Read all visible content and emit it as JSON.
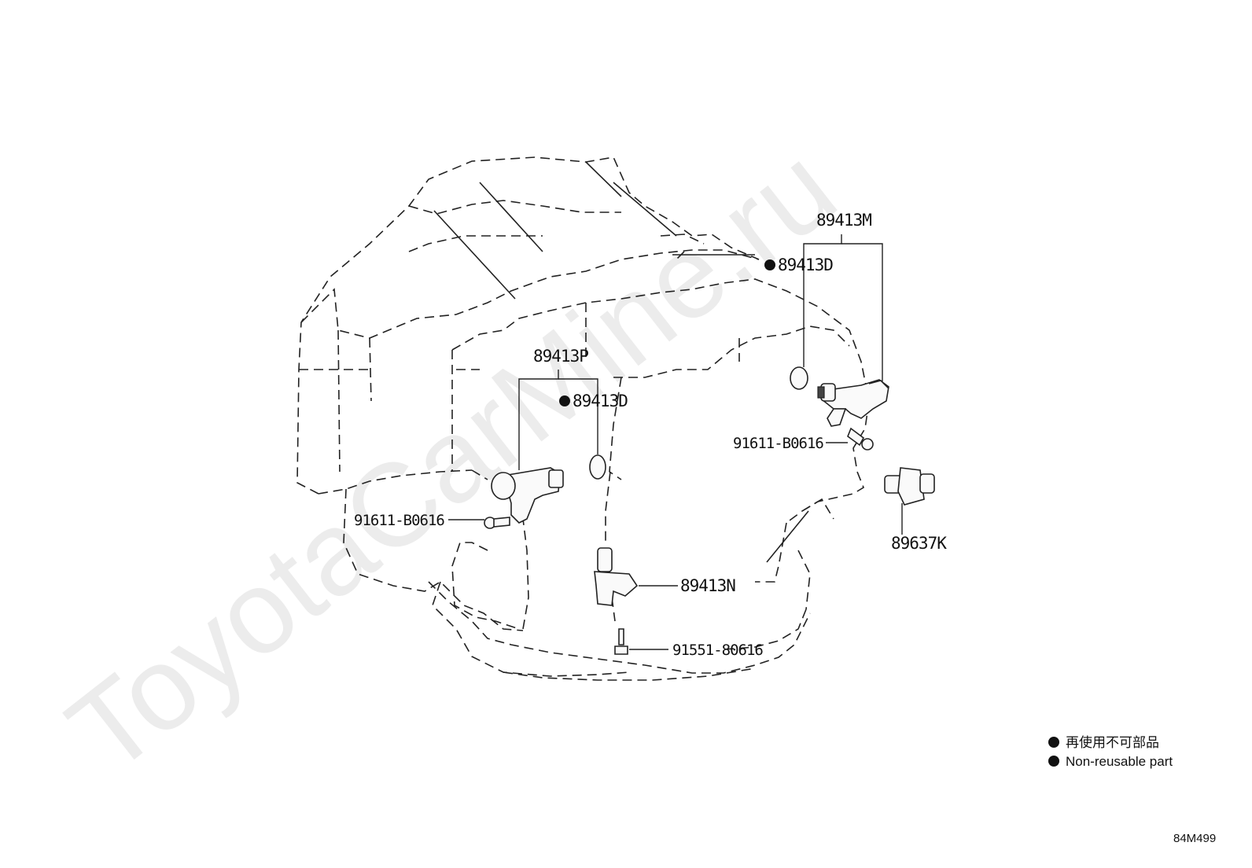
{
  "watermark": "ToyotaCarMine.ru",
  "diagram_code": "84M499",
  "parts": {
    "sensor_m": "89413M",
    "gasket_d_upper": "89413D",
    "sensor_p": "89413P",
    "gasket_d_left": "89413D",
    "bolt_right": "91611-B0616",
    "bolt_left": "91611-B0616",
    "sensor_k": "89637K",
    "sensor_n": "89413N",
    "bolt_bottom": "91551-80616"
  },
  "legend": {
    "line_jp": "再使用不可部品",
    "line_en": "Non-reusable part"
  }
}
